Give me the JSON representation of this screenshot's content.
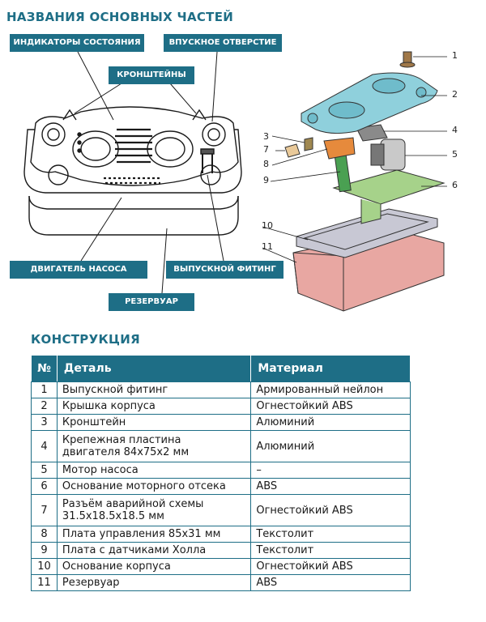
{
  "section_parts_title": "НАЗВАНИЯ ОСНОВНЫХ ЧАСТЕЙ",
  "labels": {
    "status_indicators": "ИНДИКАТОРЫ СОСТОЯНИЯ",
    "inlet": "ВПУСКНОЕ ОТВЕРСТИЕ",
    "brackets": "КРОНШТЕЙНЫ",
    "pump_motor": "ДВИГАТЕЛЬ НАСОСА",
    "outlet_fitting": "ВЫПУСКНОЙ ФИТИНГ",
    "reservoir": "РЕЗЕРВУАР"
  },
  "callouts": [
    "1",
    "2",
    "3",
    "4",
    "5",
    "6",
    "7",
    "8",
    "9",
    "10",
    "11"
  ],
  "section_construction_title": "КОНСТРУКЦИЯ",
  "table": {
    "headers": [
      "№",
      "Деталь",
      "Материал"
    ],
    "rows": [
      {
        "num": "1",
        "part": "Выпускной фитинг",
        "material": "Армированный нейлон"
      },
      {
        "num": "2",
        "part": "Крышка корпуса",
        "material": "Огнестойкий ABS"
      },
      {
        "num": "3",
        "part": "Кронштейн",
        "material": "Алюминий"
      },
      {
        "num": "4",
        "part": "Крепежная пластина\nдвигателя 84x75x2 мм",
        "material": "Алюминий"
      },
      {
        "num": "5",
        "part": "Мотор насоса",
        "material": "–"
      },
      {
        "num": "6",
        "part": "Основание моторного отсека",
        "material": "ABS"
      },
      {
        "num": "7",
        "part": "Разъём аварийной схемы\n31.5x18.5x18.5 мм",
        "material": "Огнестойкий ABS"
      },
      {
        "num": "8",
        "part": "Плата управления 85x31 мм",
        "material": "Текстолит"
      },
      {
        "num": "9",
        "part": "Плата с датчиками Холла",
        "material": "Текстолит"
      },
      {
        "num": "10",
        "part": "Основание корпуса",
        "material": "Огнестойкий ABS"
      },
      {
        "num": "11",
        "part": "Резервуар",
        "material": "ABS"
      }
    ]
  }
}
